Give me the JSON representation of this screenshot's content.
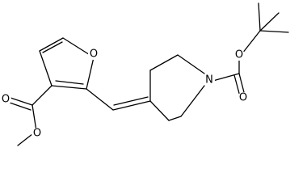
{
  "molecule": {
    "atoms": {
      "o_furan": "O",
      "o_boc_carbonyl": "O",
      "o_boc_ester": "O",
      "n_piperidine": "N",
      "o_ester_carbonyl": "O",
      "o_ester_methoxy": "O"
    }
  }
}
